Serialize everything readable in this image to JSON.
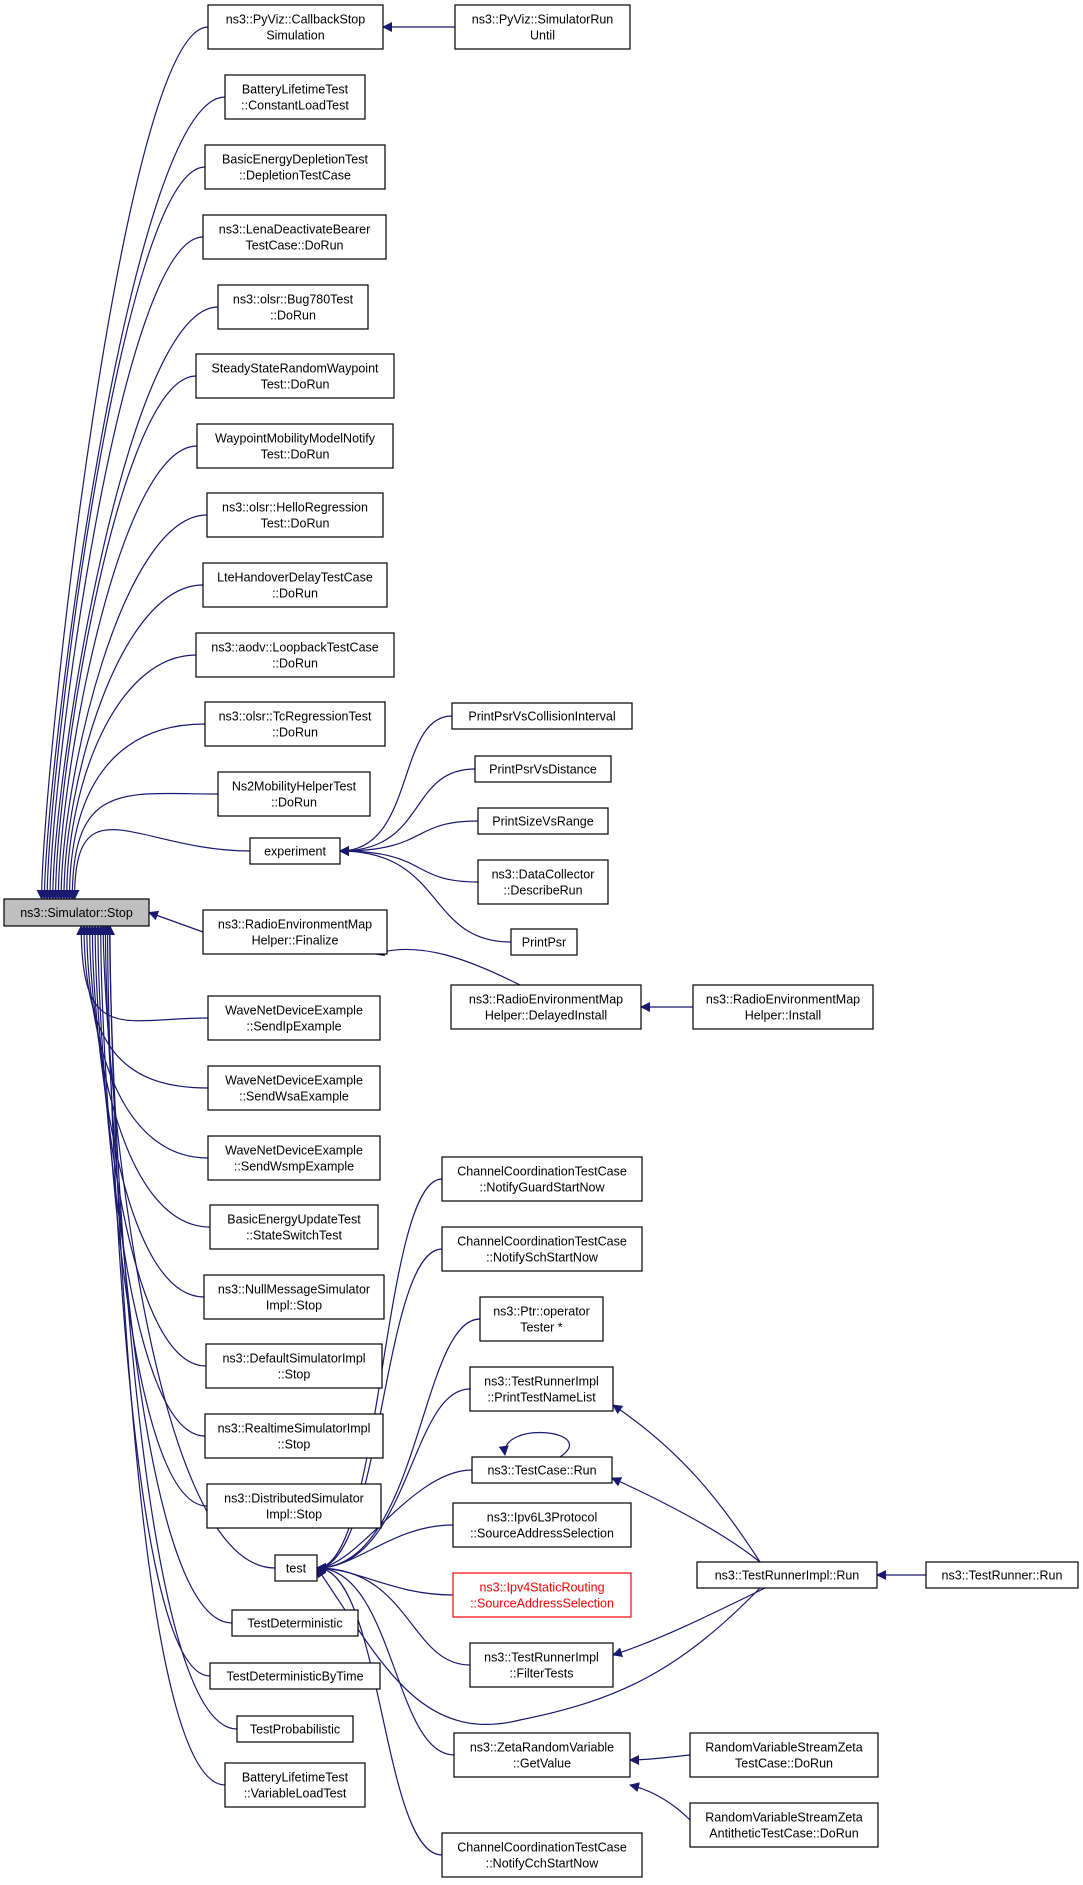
{
  "colors": {
    "edge": "#191970",
    "root_fill": "#bfbfbf",
    "highlight": "#ff0000"
  },
  "nodes": [
    {
      "id": "stop",
      "lines": [
        "ns3::Simulator::Stop"
      ],
      "style": "root"
    },
    {
      "id": "cbstop",
      "lines": [
        "ns3::PyViz::CallbackStop",
        "Simulation"
      ]
    },
    {
      "id": "simrun",
      "lines": [
        "ns3::PyViz::SimulatorRun",
        "Until"
      ]
    },
    {
      "id": "batconst",
      "lines": [
        "BatteryLifetimeTest",
        "::ConstantLoadTest"
      ]
    },
    {
      "id": "bedep",
      "lines": [
        "BasicEnergyDepletionTest",
        "::DepletionTestCase"
      ]
    },
    {
      "id": "lena",
      "lines": [
        "ns3::LenaDeactivateBearer",
        "TestCase::DoRun"
      ]
    },
    {
      "id": "bug780",
      "lines": [
        "ns3::olsr::Bug780Test",
        "::DoRun"
      ]
    },
    {
      "id": "steady",
      "lines": [
        "SteadyStateRandomWaypoint",
        "Test::DoRun"
      ]
    },
    {
      "id": "waypoint",
      "lines": [
        "WaypointMobilityModelNotify",
        "Test::DoRun"
      ]
    },
    {
      "id": "hello",
      "lines": [
        "ns3::olsr::HelloRegression",
        "Test::DoRun"
      ]
    },
    {
      "id": "ltehandover",
      "lines": [
        "LteHandoverDelayTestCase",
        "::DoRun"
      ]
    },
    {
      "id": "aodv",
      "lines": [
        "ns3::aodv::LoopbackTestCase",
        "::DoRun"
      ]
    },
    {
      "id": "tcreg",
      "lines": [
        "ns3::olsr::TcRegressionTest",
        "::DoRun"
      ]
    },
    {
      "id": "ns2mob",
      "lines": [
        "Ns2MobilityHelperTest",
        "::DoRun"
      ]
    },
    {
      "id": "experiment",
      "lines": [
        "experiment"
      ]
    },
    {
      "id": "ppcollision",
      "lines": [
        "PrintPsrVsCollisionInterval"
      ]
    },
    {
      "id": "ppdistance",
      "lines": [
        "PrintPsrVsDistance"
      ]
    },
    {
      "id": "psizerange",
      "lines": [
        "PrintSizeVsRange"
      ]
    },
    {
      "id": "datacollector",
      "lines": [
        "ns3::DataCollector",
        "::DescribeRun"
      ]
    },
    {
      "id": "printpsr",
      "lines": [
        "PrintPsr"
      ]
    },
    {
      "id": "remfinalize",
      "lines": [
        "ns3::RadioEnvironmentMap",
        "Helper::Finalize"
      ]
    },
    {
      "id": "remdelayed",
      "lines": [
        "ns3::RadioEnvironmentMap",
        "Helper::DelayedInstall"
      ]
    },
    {
      "id": "reminstall",
      "lines": [
        "ns3::RadioEnvironmentMap",
        "Helper::Install"
      ]
    },
    {
      "id": "wavesendip",
      "lines": [
        "WaveNetDeviceExample",
        "::SendIpExample"
      ]
    },
    {
      "id": "wavesendwsa",
      "lines": [
        "WaveNetDeviceExample",
        "::SendWsaExample"
      ]
    },
    {
      "id": "wavesendwsmp",
      "lines": [
        "WaveNetDeviceExample",
        "::SendWsmpExample"
      ]
    },
    {
      "id": "beupdate",
      "lines": [
        "BasicEnergyUpdateTest",
        "::StateSwitchTest"
      ]
    },
    {
      "id": "nullmsg",
      "lines": [
        "ns3::NullMessageSimulator",
        "Impl::Stop"
      ]
    },
    {
      "id": "defaultsim",
      "lines": [
        "ns3::DefaultSimulatorImpl",
        "::Stop"
      ]
    },
    {
      "id": "realtimesim",
      "lines": [
        "ns3::RealtimeSimulatorImpl",
        "::Stop"
      ]
    },
    {
      "id": "distsim",
      "lines": [
        "ns3::DistributedSimulator",
        "Impl::Stop"
      ]
    },
    {
      "id": "test",
      "lines": [
        "test"
      ]
    },
    {
      "id": "testdet",
      "lines": [
        "TestDeterministic"
      ]
    },
    {
      "id": "testdettime",
      "lines": [
        "TestDeterministicByTime"
      ]
    },
    {
      "id": "testprob",
      "lines": [
        "TestProbabilistic"
      ]
    },
    {
      "id": "batvar",
      "lines": [
        "BatteryLifetimeTest",
        "::VariableLoadTest"
      ]
    },
    {
      "id": "ccguard",
      "lines": [
        "ChannelCoordinationTestCase",
        "::NotifyGuardStartNow"
      ]
    },
    {
      "id": "ccsch",
      "lines": [
        "ChannelCoordinationTestCase",
        "::NotifySchStartNow"
      ]
    },
    {
      "id": "ptrop",
      "lines": [
        "ns3::Ptr::operator",
        "Tester *"
      ]
    },
    {
      "id": "printlist",
      "lines": [
        "ns3::TestRunnerImpl",
        "::PrintTestNameList"
      ]
    },
    {
      "id": "tcrun",
      "lines": [
        "ns3::TestCase::Run"
      ]
    },
    {
      "id": "ipv6sel",
      "lines": [
        "ns3::Ipv6L3Protocol",
        "::SourceAddressSelection"
      ]
    },
    {
      "id": "ipv4sel",
      "lines": [
        "ns3::Ipv4StaticRouting",
        "::SourceAddressSelection"
      ],
      "style": "red"
    },
    {
      "id": "filtertests",
      "lines": [
        "ns3::TestRunnerImpl",
        "::FilterTests"
      ]
    },
    {
      "id": "runnerimplrun",
      "lines": [
        "ns3::TestRunnerImpl::Run"
      ]
    },
    {
      "id": "runnerrun",
      "lines": [
        "ns3::TestRunner::Run"
      ]
    },
    {
      "id": "zetaget",
      "lines": [
        "ns3::ZetaRandomVariable",
        "::GetValue"
      ]
    },
    {
      "id": "rvszeta",
      "lines": [
        "RandomVariableStreamZeta",
        "TestCase::DoRun"
      ]
    },
    {
      "id": "rvszetaanti",
      "lines": [
        "RandomVariableStreamZeta",
        "AntitheticTestCase::DoRun"
      ]
    },
    {
      "id": "cccch",
      "lines": [
        "ChannelCoordinationTestCase",
        "::NotifyCchStartNow"
      ]
    }
  ]
}
